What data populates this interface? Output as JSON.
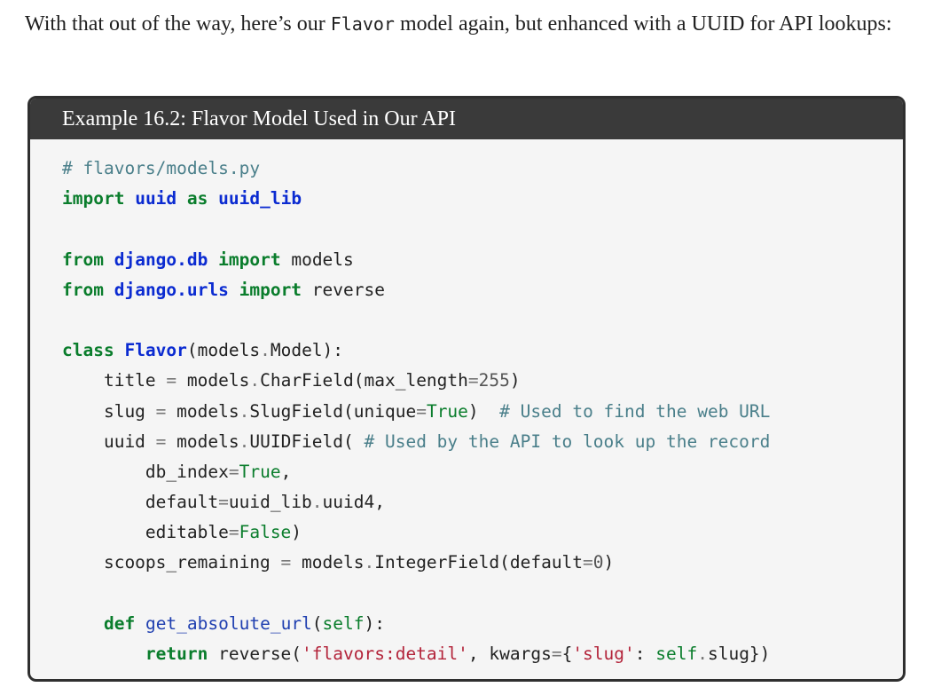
{
  "intro": {
    "before_code": "With that out of the way, here’s our ",
    "inline_code": "Flavor",
    "after_code": " model again, but enhanced with a UUID for API lookups:"
  },
  "example": {
    "title": "Example 16.2: Flavor Model Used in Our API",
    "code_lines": [
      [
        {
          "t": "comment",
          "v": "# flavors/models.py"
        }
      ],
      [
        {
          "t": "keyword",
          "v": "import"
        },
        {
          "t": "plain",
          "v": " "
        },
        {
          "t": "name",
          "v": "uuid"
        },
        {
          "t": "plain",
          "v": " "
        },
        {
          "t": "keyword",
          "v": "as"
        },
        {
          "t": "plain",
          "v": " "
        },
        {
          "t": "name",
          "v": "uuid_lib"
        }
      ],
      [],
      [
        {
          "t": "keyword",
          "v": "from"
        },
        {
          "t": "plain",
          "v": " "
        },
        {
          "t": "name",
          "v": "django.db"
        },
        {
          "t": "plain",
          "v": " "
        },
        {
          "t": "keyword",
          "v": "import"
        },
        {
          "t": "plain",
          "v": " models"
        }
      ],
      [
        {
          "t": "keyword",
          "v": "from"
        },
        {
          "t": "plain",
          "v": " "
        },
        {
          "t": "name",
          "v": "django.urls"
        },
        {
          "t": "plain",
          "v": " "
        },
        {
          "t": "keyword",
          "v": "import"
        },
        {
          "t": "plain",
          "v": " reverse"
        }
      ],
      [],
      [
        {
          "t": "keyword",
          "v": "class"
        },
        {
          "t": "plain",
          "v": " "
        },
        {
          "t": "name",
          "v": "Flavor"
        },
        {
          "t": "plain",
          "v": "(models"
        },
        {
          "t": "op",
          "v": "."
        },
        {
          "t": "plain",
          "v": "Model):"
        }
      ],
      [
        {
          "t": "plain",
          "v": "    title "
        },
        {
          "t": "op",
          "v": "="
        },
        {
          "t": "plain",
          "v": " models"
        },
        {
          "t": "op",
          "v": "."
        },
        {
          "t": "plain",
          "v": "CharField(max_length"
        },
        {
          "t": "op",
          "v": "="
        },
        {
          "t": "number",
          "v": "255"
        },
        {
          "t": "plain",
          "v": ")"
        }
      ],
      [
        {
          "t": "plain",
          "v": "    slug "
        },
        {
          "t": "op",
          "v": "="
        },
        {
          "t": "plain",
          "v": " models"
        },
        {
          "t": "op",
          "v": "."
        },
        {
          "t": "plain",
          "v": "SlugField(unique"
        },
        {
          "t": "op",
          "v": "="
        },
        {
          "t": "builtin",
          "v": "True"
        },
        {
          "t": "plain",
          "v": ")  "
        },
        {
          "t": "comment",
          "v": "# Used to find the web URL"
        }
      ],
      [
        {
          "t": "plain",
          "v": "    uuid "
        },
        {
          "t": "op",
          "v": "="
        },
        {
          "t": "plain",
          "v": " models"
        },
        {
          "t": "op",
          "v": "."
        },
        {
          "t": "plain",
          "v": "UUIDField( "
        },
        {
          "t": "comment",
          "v": "# Used by the API to look up the record"
        }
      ],
      [
        {
          "t": "plain",
          "v": "        db_index"
        },
        {
          "t": "op",
          "v": "="
        },
        {
          "t": "builtin",
          "v": "True"
        },
        {
          "t": "plain",
          "v": ","
        }
      ],
      [
        {
          "t": "plain",
          "v": "        default"
        },
        {
          "t": "op",
          "v": "="
        },
        {
          "t": "plain",
          "v": "uuid_lib"
        },
        {
          "t": "op",
          "v": "."
        },
        {
          "t": "plain",
          "v": "uuid4,"
        }
      ],
      [
        {
          "t": "plain",
          "v": "        editable"
        },
        {
          "t": "op",
          "v": "="
        },
        {
          "t": "builtin",
          "v": "False"
        },
        {
          "t": "plain",
          "v": ")"
        }
      ],
      [
        {
          "t": "plain",
          "v": "    scoops_remaining "
        },
        {
          "t": "op",
          "v": "="
        },
        {
          "t": "plain",
          "v": " models"
        },
        {
          "t": "op",
          "v": "."
        },
        {
          "t": "plain",
          "v": "IntegerField(default"
        },
        {
          "t": "op",
          "v": "="
        },
        {
          "t": "number",
          "v": "0"
        },
        {
          "t": "plain",
          "v": ")"
        }
      ],
      [],
      [
        {
          "t": "plain",
          "v": "    "
        },
        {
          "t": "keyword",
          "v": "def"
        },
        {
          "t": "plain",
          "v": " "
        },
        {
          "t": "func",
          "v": "get_absolute_url"
        },
        {
          "t": "plain",
          "v": "("
        },
        {
          "t": "builtin",
          "v": "self"
        },
        {
          "t": "plain",
          "v": "):"
        }
      ],
      [
        {
          "t": "plain",
          "v": "        "
        },
        {
          "t": "keyword",
          "v": "return"
        },
        {
          "t": "plain",
          "v": " reverse("
        },
        {
          "t": "string",
          "v": "'flavors:detail'"
        },
        {
          "t": "plain",
          "v": ", kwargs"
        },
        {
          "t": "op",
          "v": "="
        },
        {
          "t": "plain",
          "v": "{"
        },
        {
          "t": "string",
          "v": "'slug'"
        },
        {
          "t": "plain",
          "v": ": "
        },
        {
          "t": "builtin",
          "v": "self"
        },
        {
          "t": "op",
          "v": "."
        },
        {
          "t": "plain",
          "v": "slug})"
        }
      ]
    ]
  }
}
